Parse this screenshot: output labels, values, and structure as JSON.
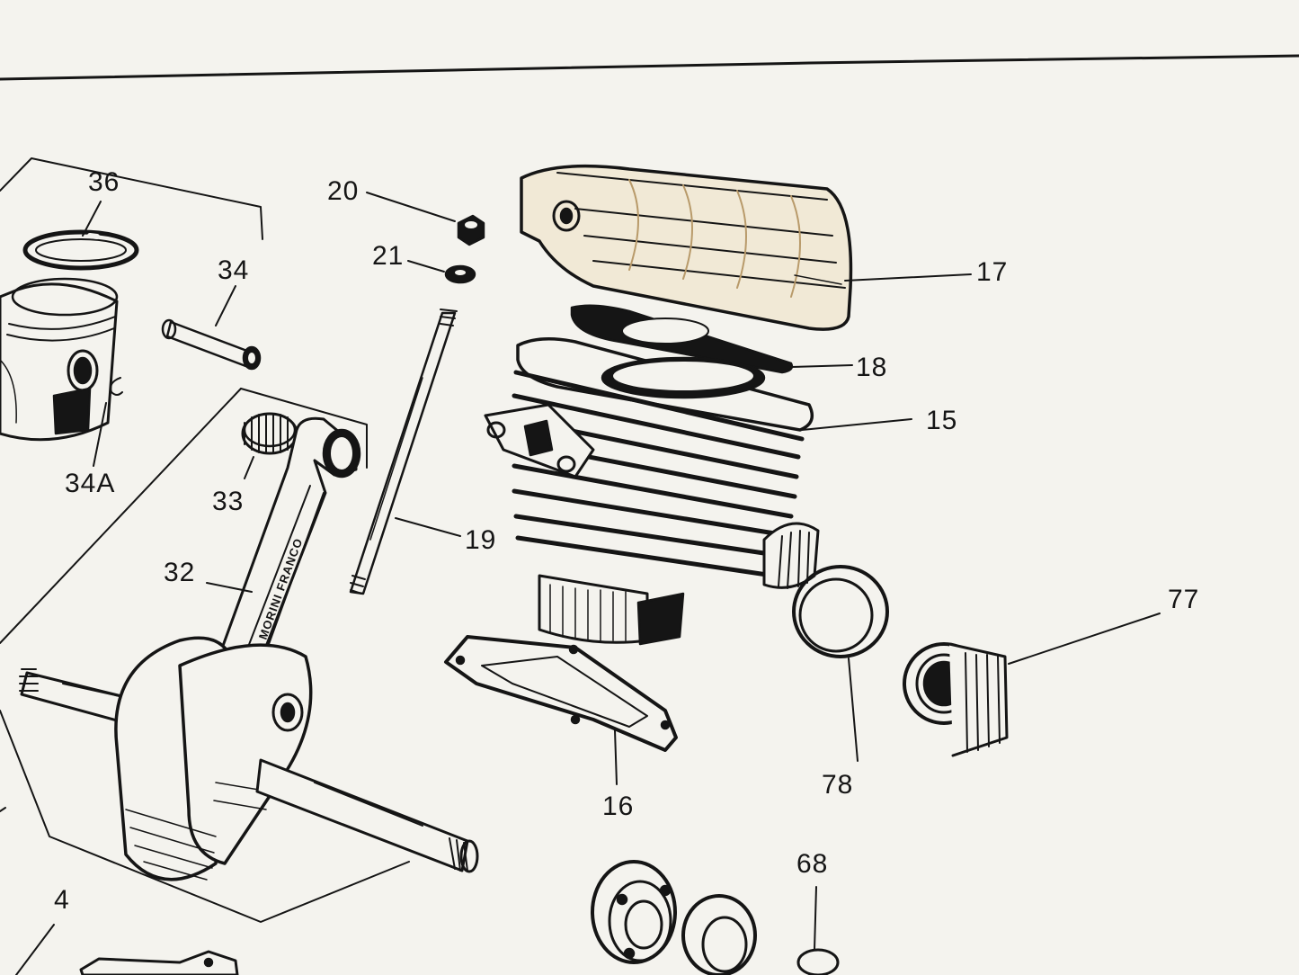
{
  "callouts": {
    "p36": "36",
    "p34": "34",
    "p34a": "34A",
    "p33": "33",
    "p32": "32",
    "p20": "20",
    "p21": "21",
    "p19": "19",
    "p17": "17",
    "p18": "18",
    "p15": "15",
    "p77": "77",
    "p78": "78",
    "p16": "16",
    "p68": "68",
    "p4": "4"
  },
  "rod_marking": "MORINI FRANCO",
  "colors": {
    "paper": "#f4f3ee",
    "ink": "#151515",
    "head_tint": "#b89a6a"
  },
  "icons": {
    "piston_ring": "ring",
    "piston": "piston",
    "cylinder_head": "finned-head",
    "cylinder": "finned-cylinder"
  }
}
